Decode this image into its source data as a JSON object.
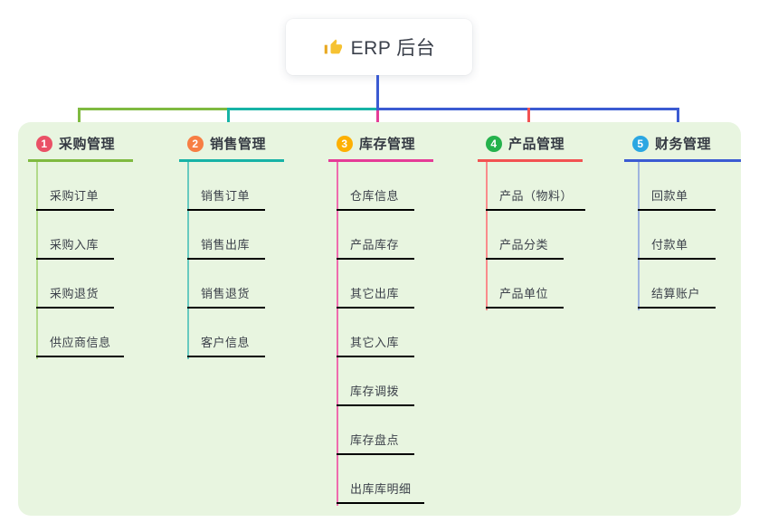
{
  "root": {
    "label": "ERP 后台",
    "icon": "thumbs-up-icon",
    "icon_color": "#f6c232"
  },
  "panel": {
    "background": "#e8f5e0"
  },
  "connector": {
    "root_color": "#3b5bd2"
  },
  "branches": [
    {
      "number": "1",
      "title": "采购管理",
      "badge_color": "#ea5166",
      "line_color": "#7fba40",
      "child_line_color": "#b2da8a",
      "children": [
        "采购订单",
        "采购入库",
        "采购退货",
        "供应商信息"
      ]
    },
    {
      "number": "2",
      "title": "销售管理",
      "badge_color": "#f77e43",
      "line_color": "#17b3a6",
      "child_line_color": "#67cabf",
      "children": [
        "销售订单",
        "销售出库",
        "销售退货",
        "客户信息"
      ]
    },
    {
      "number": "3",
      "title": "库存管理",
      "badge_color": "#fdb002",
      "line_color": "#e53c97",
      "child_line_color": "#ef6cae",
      "children": [
        "仓库信息",
        "产品库存",
        "其它出库",
        "其它入库",
        "库存调拨",
        "库存盘点",
        "出库库明细"
      ]
    },
    {
      "number": "4",
      "title": "产品管理",
      "badge_color": "#25b24c",
      "line_color": "#f25252",
      "child_line_color": "#f98b8b",
      "children": [
        "产品（物料）",
        "产品分类",
        "产品单位"
      ]
    },
    {
      "number": "5",
      "title": "财务管理",
      "badge_color": "#2ba7e2",
      "line_color": "#3b5bd2",
      "child_line_color": "#9fb4de",
      "children": [
        "回款单",
        "付款单",
        "结算账户"
      ]
    }
  ]
}
